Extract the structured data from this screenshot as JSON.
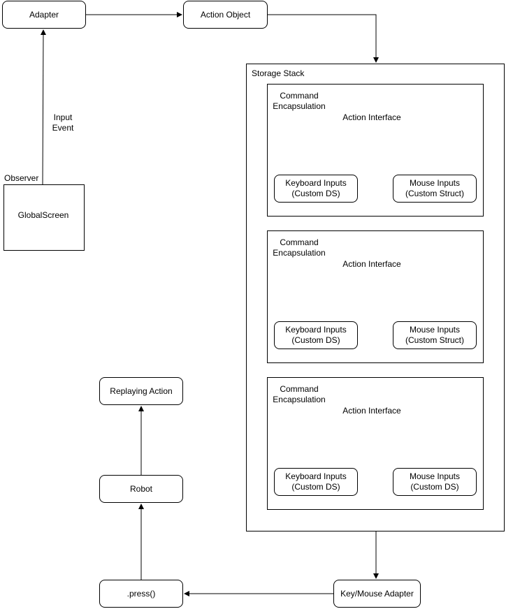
{
  "nodes": {
    "adapter": "Adapter",
    "action_object": "Action Object",
    "global_screen": "GlobalScreen",
    "replaying_action": "Replaying Action",
    "robot": "Robot",
    "press": ".press()",
    "key_mouse_adapter": "Key/Mouse Adapter"
  },
  "labels": {
    "observer": "Observer",
    "input_event_line1": "Input",
    "input_event_line2": "Event",
    "storage_stack": "Storage Stack"
  },
  "encapsulations": [
    {
      "title_line1": "Command",
      "title_line2": "Encapsulation",
      "interface": "Action Interface",
      "keyboard_line1": "Keyboard Inputs",
      "keyboard_line2": "(Custom DS)",
      "mouse_line1": "Mouse Inputs",
      "mouse_line2": "(Custom Struct)"
    },
    {
      "title_line1": "Command",
      "title_line2": "Encapsulation",
      "interface": "Action Interface",
      "keyboard_line1": "Keyboard Inputs",
      "keyboard_line2": "(Custom DS)",
      "mouse_line1": "Mouse Inputs",
      "mouse_line2": "(Custom Struct)"
    },
    {
      "title_line1": "Command",
      "title_line2": "Encapsulation",
      "interface": "Action Interface",
      "keyboard_line1": "Keyboard Inputs",
      "keyboard_line2": "(Custom DS)",
      "mouse_line1": "Mouse Inputs",
      "mouse_line2": "(Custom DS)"
    }
  ]
}
